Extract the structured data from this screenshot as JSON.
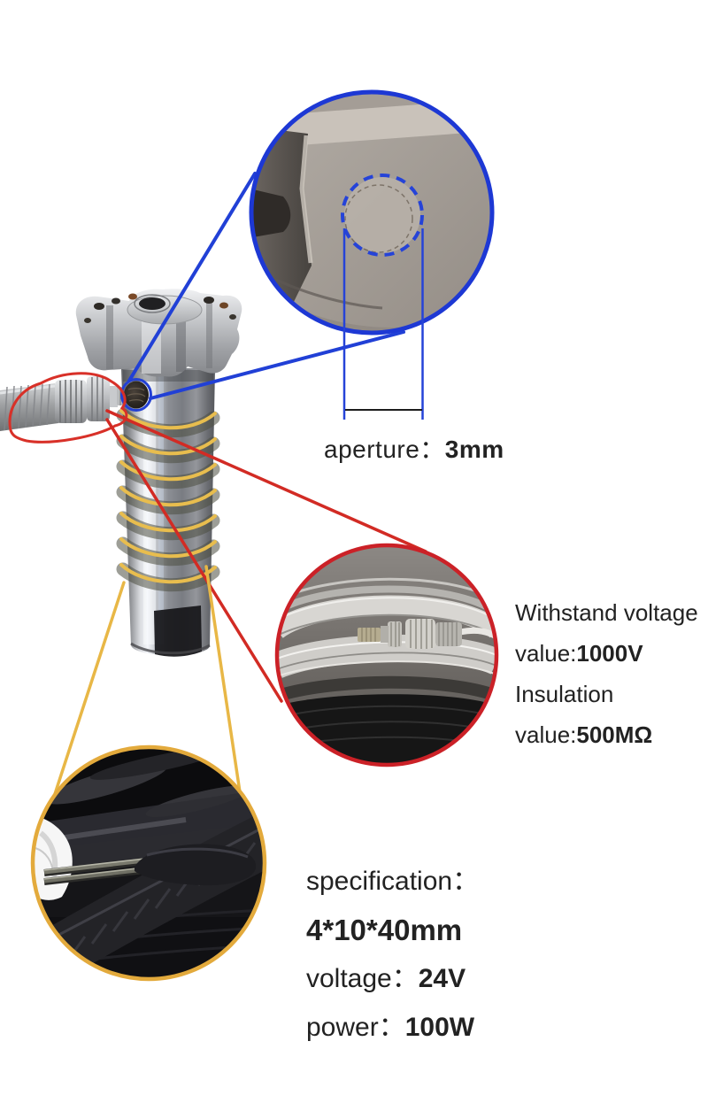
{
  "image_type": "heater-product-infographic",
  "colors": {
    "background": "#ffffff",
    "callout_blue": "#1d38d4",
    "callout_red": "#cc2127",
    "callout_yellow": "#e3aa3c",
    "text": "#222222"
  },
  "callouts": {
    "aperture": {
      "label": "aperture：",
      "value": "3mm"
    },
    "electrical": {
      "line1": "Withstand voltage",
      "line2_label": "value:",
      "line2_value": "1000V",
      "line3": "Insulation",
      "line4_label": "value:",
      "line4_value": "500MΩ"
    },
    "specs": {
      "heading": "specification：",
      "size_value": "4*10*40mm",
      "voltage_label": "voltage：",
      "voltage_value": "24V",
      "power_label": "power：",
      "power_value": "100W"
    }
  }
}
